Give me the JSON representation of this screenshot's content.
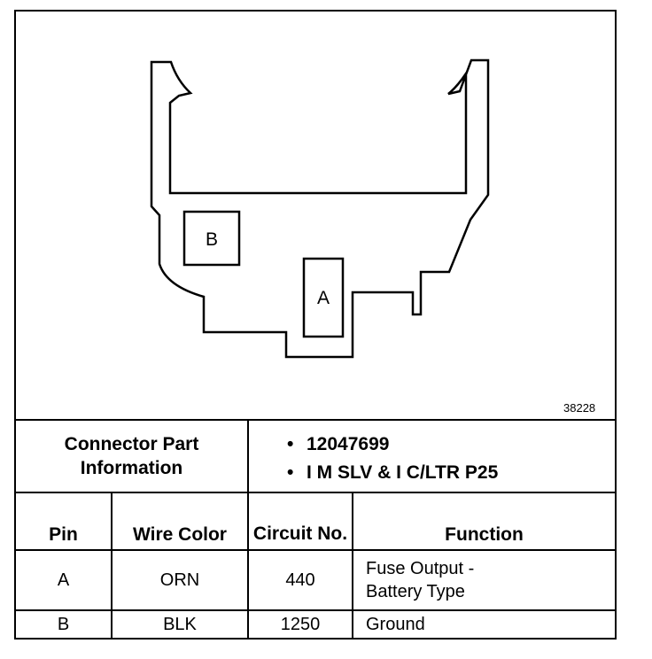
{
  "figure_number": "38228",
  "connector_pins": {
    "pin_b": "B",
    "pin_a": "A"
  },
  "part_info": {
    "label": "Connector Part Information",
    "items": [
      "12047699",
      "I M SLV & I C/LTR P25"
    ]
  },
  "table": {
    "headers": {
      "pin": "Pin",
      "wire_color": "Wire Color",
      "circuit_no": "Circuit No.",
      "function": "Function"
    },
    "rows": [
      {
        "pin": "A",
        "wire_color": "ORN",
        "circuit": "440",
        "function": "Fuse Output - Battery Type"
      },
      {
        "pin": "B",
        "wire_color": "BLK",
        "circuit": "1250",
        "function": "Ground"
      }
    ]
  }
}
